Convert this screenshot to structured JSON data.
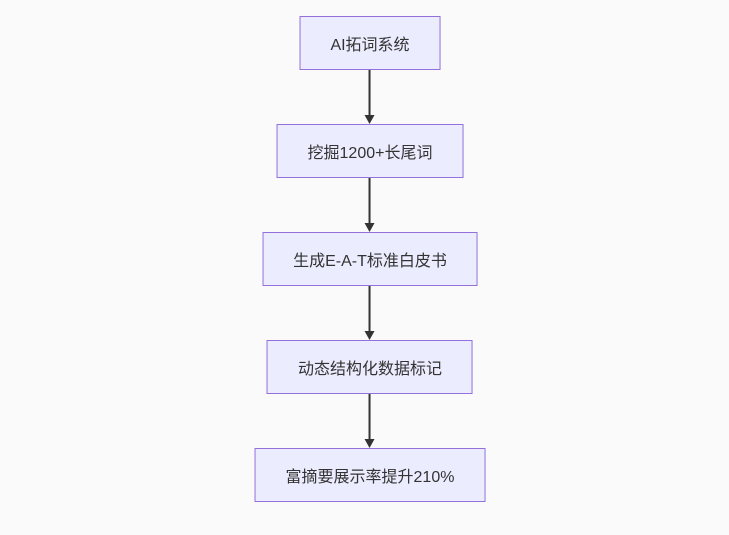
{
  "diagram": {
    "type": "flowchart",
    "direction": "top-down",
    "nodes": [
      {
        "id": "n1",
        "label": "AI拓词系统"
      },
      {
        "id": "n2",
        "label": "挖掘1200+长尾词"
      },
      {
        "id": "n3",
        "label": "生成E-A-T标准白皮书"
      },
      {
        "id": "n4",
        "label": "动态结构化数据标记"
      },
      {
        "id": "n5",
        "label": "富摘要展示率提升210%"
      }
    ],
    "edges": [
      {
        "from": "n1",
        "to": "n2",
        "style": "arrow-down"
      },
      {
        "from": "n2",
        "to": "n3",
        "style": "arrow-down"
      },
      {
        "from": "n3",
        "to": "n4",
        "style": "arrow-down"
      },
      {
        "from": "n4",
        "to": "n5",
        "style": "arrow-down"
      }
    ],
    "colors": {
      "background": "#FAFAFA",
      "node_fill": "#ECECFF",
      "node_border": "#9370DB",
      "text": "#333333",
      "arrow": "#333333"
    }
  }
}
